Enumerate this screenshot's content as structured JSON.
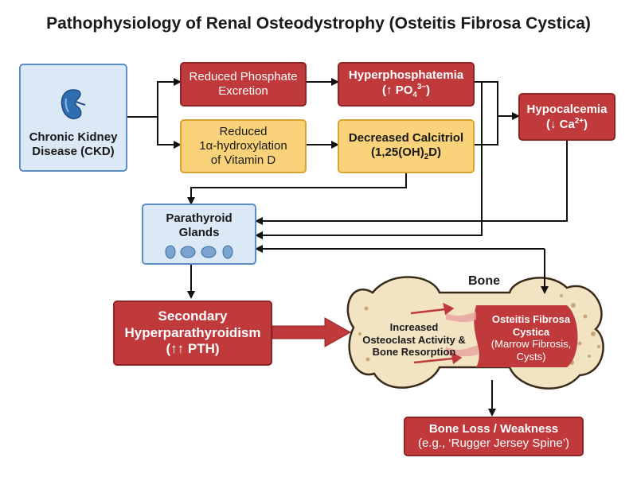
{
  "title": "Pathophysiology of Renal Osteodystrophy (Osteitis Fibrosa Cystica)",
  "ckd": {
    "line1": "Chronic Kidney",
    "line2": "Disease (CKD)"
  },
  "reduced_phosphate": {
    "line1": "Reduced Phosphate",
    "line2": "Excretion"
  },
  "reduced_hydroxylation": {
    "line1": "Reduced",
    "line2": "1α-hydroxylation",
    "line3": "of Vitamin D"
  },
  "hyperphosphatemia": {
    "line1": "Hyperphosphatemia",
    "prefix": "(↑ PO",
    "sub": "4",
    "sup": "3−",
    "suffix": ")"
  },
  "calcitriol": {
    "line1": "Decreased Calcitriol",
    "prefix": "(1,25(OH)",
    "sub": "2",
    "suffix": "D)"
  },
  "hypocalcemia": {
    "line1": "Hypocalcemia",
    "prefix": "(↓ Ca",
    "sup": "2+",
    "suffix": ")"
  },
  "parathyroid": {
    "line1": "Parathyroid",
    "line2": "Glands"
  },
  "secondary": {
    "line1": "Secondary",
    "line2": "Hyperparathyroidism",
    "line3": "(↑↑ PTH)"
  },
  "bone_label": "Bone",
  "resorption": {
    "line1": "Increased",
    "line2": "Osteoclast Activity &",
    "line3": "Bone Resorption"
  },
  "osteitis": {
    "line1": "Osteitis Fibrosa",
    "line2": "Cystica",
    "line3": "(Marrow Fibrosis,",
    "line4": "Cysts)"
  },
  "bone_loss": {
    "line1": "Bone Loss / Weakness",
    "line2": "(e.g., ‘Rugger Jersey Spine’)"
  },
  "colors": {
    "red": "#c0393b",
    "yellow": "#f9d27a",
    "blue": "#dbe9f6",
    "bone": "#f2e3c3"
  },
  "icons": {
    "kidney": "kidney-icon",
    "glands": "parathyroid-glands-icon"
  }
}
